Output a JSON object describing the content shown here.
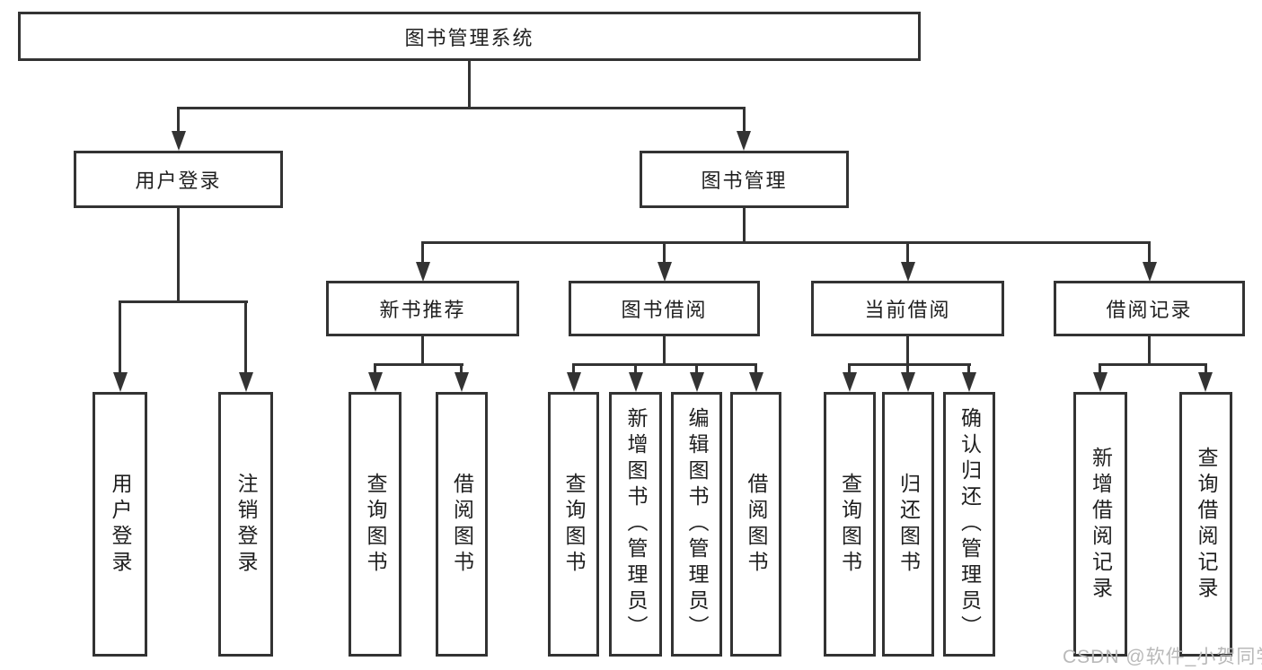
{
  "diagram_title": "图书管理系统",
  "tree": {
    "root": {
      "label": "图书管理系统",
      "children": [
        {
          "label": "用户登录",
          "children": [
            {
              "label": "用户登录"
            },
            {
              "label": "注销登录"
            }
          ]
        },
        {
          "label": "图书管理",
          "children": [
            {
              "label": "新书推荐",
              "children": [
                {
                  "label": "查询图书"
                },
                {
                  "label": "借阅图书"
                }
              ]
            },
            {
              "label": "图书借阅",
              "children": [
                {
                  "label": "查询图书"
                },
                {
                  "label": "新增图书（管理员）"
                },
                {
                  "label": "编辑图书（管理员）"
                },
                {
                  "label": "借阅图书"
                }
              ]
            },
            {
              "label": "当前借阅",
              "children": [
                {
                  "label": "查询图书"
                },
                {
                  "label": "归还图书"
                },
                {
                  "label": "确认归还（管理员）"
                }
              ]
            },
            {
              "label": "借阅记录",
              "children": [
                {
                  "label": "新增借阅记录"
                },
                {
                  "label": "查询借阅记录"
                }
              ]
            }
          ]
        }
      ]
    }
  },
  "watermark": {
    "text": "CSDN @软件_小贺同学",
    "color": "#b9b9b9"
  },
  "colors": {
    "line": "#333333",
    "box_border": "#333333",
    "text": "#1f1f1f",
    "background": "#ffffff"
  }
}
